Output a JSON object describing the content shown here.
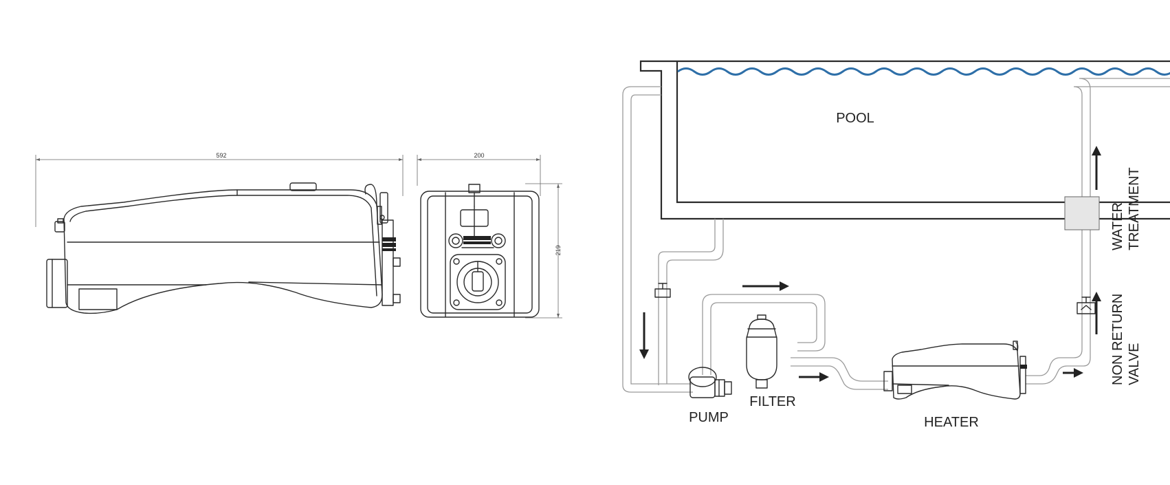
{
  "dimensions": {
    "length": "592",
    "width": "200",
    "height": "219"
  },
  "labels": {
    "pool": "POOL",
    "pump": "PUMP",
    "filter": "FILTER",
    "heater": "HEATER",
    "water_treatment_1": "WATER",
    "water_treatment_2": "TREATMENT",
    "non_return_1": "NON RETURN",
    "non_return_2": "VALVE"
  },
  "colors": {
    "water": "#2e6fa8",
    "line": "#2a2a2a",
    "pipe": "#9a9a9a",
    "box": "#e6e6e6"
  }
}
